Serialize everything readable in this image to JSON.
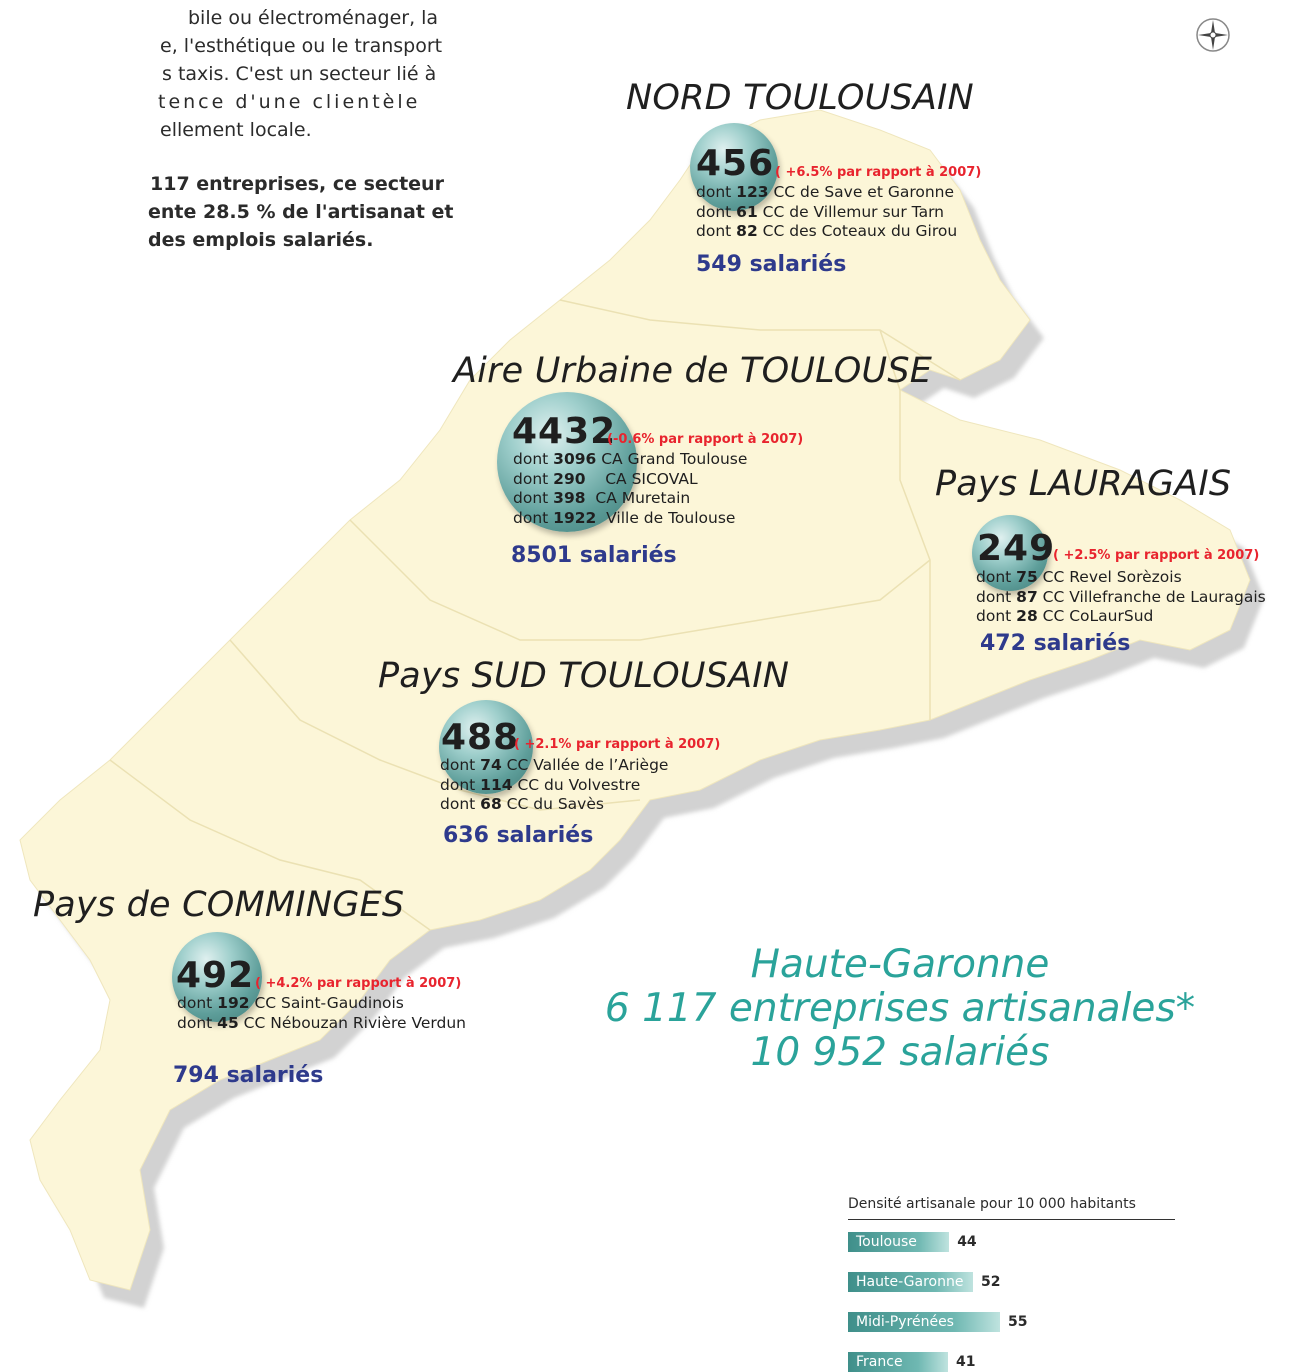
{
  "intro": {
    "lines": [
      "bile ou électroménager, la",
      "e, l'esthétique ou le transport",
      "s taxis. C'est un secteur lié à",
      "tence  d'une  clientèle",
      "ellement locale."
    ],
    "bold_lines": [
      "117 entreprises, ce secteur",
      "ente 28.5 % de l'artisanat et",
      "des emplois salariés."
    ]
  },
  "compass_icon": "compass-icon",
  "colors": {
    "map_fill": "#fcf6d8",
    "map_shadow": "#d4d4d4",
    "bubble": "#5e9e9a",
    "change_red": "#e8242e",
    "salaries_blue": "#2e3a8c",
    "summary_teal": "#2aa39a"
  },
  "regions": [
    {
      "title": "NORD TOULOUSAIN",
      "count": "456",
      "change": "( +6.5% par rapport à 2007)",
      "details": [
        {
          "prefix": "dont ",
          "num": "123",
          "text": " CC de Save et Garonne"
        },
        {
          "prefix": "dont ",
          "num": "61",
          "text": " CC de Villemur sur Tarn"
        },
        {
          "prefix": "dont ",
          "num": "82",
          "text": " CC des Coteaux du Girou"
        }
      ],
      "salaries": "549 salariés"
    },
    {
      "title": "Aire Urbaine de TOULOUSE",
      "count": "4432",
      "change": "(-0.6% par rapport à 2007)",
      "details": [
        {
          "prefix": "dont ",
          "num": "3096",
          "text": " CA Grand Toulouse"
        },
        {
          "prefix": "dont ",
          "num": "290",
          "text": "    CA SICOVAL"
        },
        {
          "prefix": "dont ",
          "num": "398",
          "text": "  CA Muretain"
        },
        {
          "prefix": "dont ",
          "num": "1922",
          "text": "  Ville de Toulouse"
        }
      ],
      "salaries": "8501 salariés"
    },
    {
      "title": "Pays LAURAGAIS",
      "count": "249",
      "change": "( +2.5% par rapport à 2007)",
      "details": [
        {
          "prefix": "dont ",
          "num": "75",
          "text": " CC Revel Sorèzois"
        },
        {
          "prefix": "dont ",
          "num": "87",
          "text": " CC Villefranche de Lauragais"
        },
        {
          "prefix": "dont ",
          "num": "28",
          "text": " CC CoLaurSud"
        }
      ],
      "salaries": "472 salariés"
    },
    {
      "title": "Pays SUD TOULOUSAIN",
      "count": "488",
      "change": "( +2.1% par rapport à 2007)",
      "details": [
        {
          "prefix": "dont ",
          "num": "74",
          "text": " CC Vallée de l’Ariège"
        },
        {
          "prefix": "dont ",
          "num": "114",
          "text": " CC du Volvestre"
        },
        {
          "prefix": "dont ",
          "num": "68",
          "text": " CC du Savès"
        }
      ],
      "salaries": "636 salariés"
    },
    {
      "title": "Pays de COMMINGES",
      "count": "492",
      "change": "( +4.2% par rapport à 2007)",
      "details": [
        {
          "prefix": "dont ",
          "num": "192",
          "text": " CC Saint-Gaudinois"
        },
        {
          "prefix": "dont ",
          "num": "45",
          "text": " CC Nébouzan Rivière Verdun"
        }
      ],
      "salaries": "794 salariés"
    }
  ],
  "summary": {
    "line1": "Haute-Garonne",
    "line2": "6 117 entreprises artisanales*",
    "line3": "10 952 salariés"
  },
  "chart_data": {
    "type": "bar",
    "title": "Densité artisanale pour 10 000 habitants",
    "categories": [
      "Toulouse",
      "Haute-Garonne",
      "Midi-Pyrénées",
      "France"
    ],
    "values": [
      44,
      52,
      55,
      41
    ],
    "xlabel": "",
    "ylabel": ""
  }
}
